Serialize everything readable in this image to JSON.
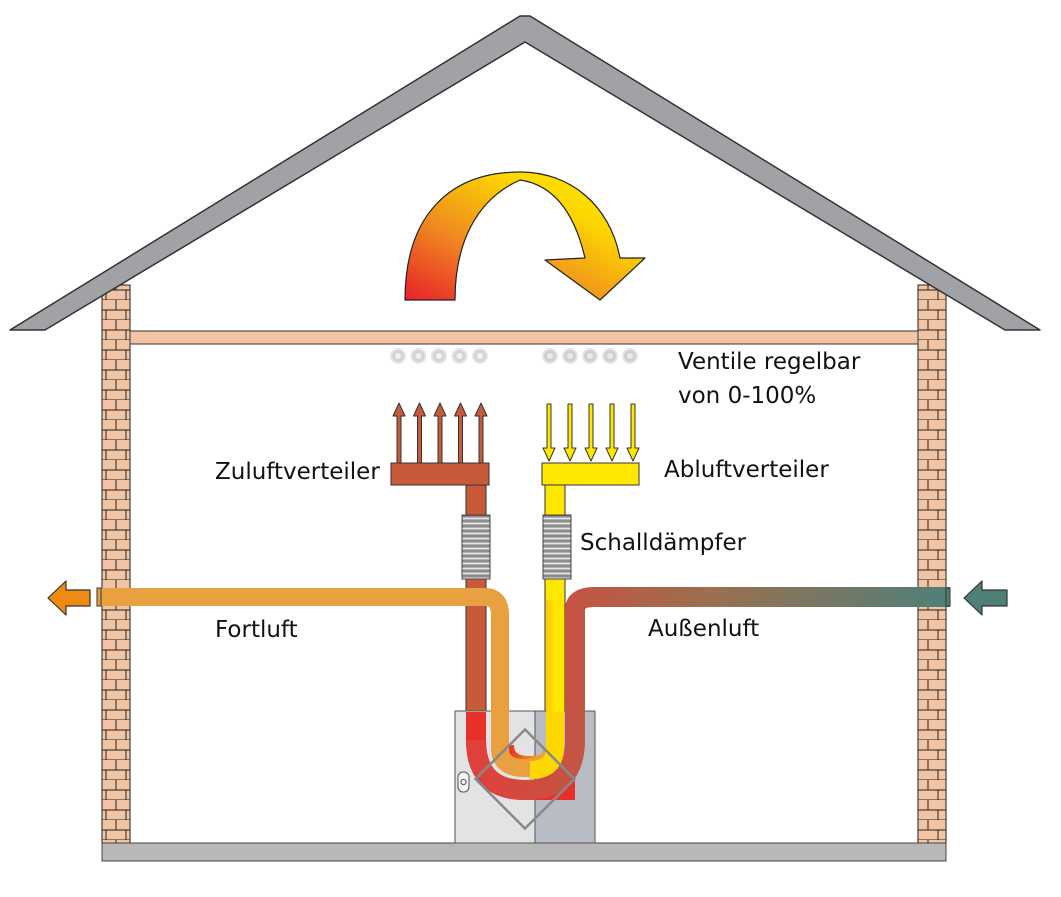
{
  "labels": {
    "valves_line1": "Ventile regelbar",
    "valves_line2": "von 0-100%",
    "supply_distributor": "Zuluftverteiler",
    "extract_distributor": "Abluftverteiler",
    "silencer": "Schalldämpfer",
    "exhaust_air": "Fortluft",
    "outdoor_air": "Außenluft"
  },
  "colors": {
    "roof": "#9ea0a4",
    "brick": "#f2c4a4",
    "ceiling": "#f2c4a4",
    "supply": "#c85a3a",
    "extract": "#ffe800",
    "exhaust": "#e8a040",
    "outdoor": "#4e8078",
    "unit_left": "#e2e3e5",
    "unit_right": "#b8bcc4",
    "silencer": "#a8a8a8"
  }
}
